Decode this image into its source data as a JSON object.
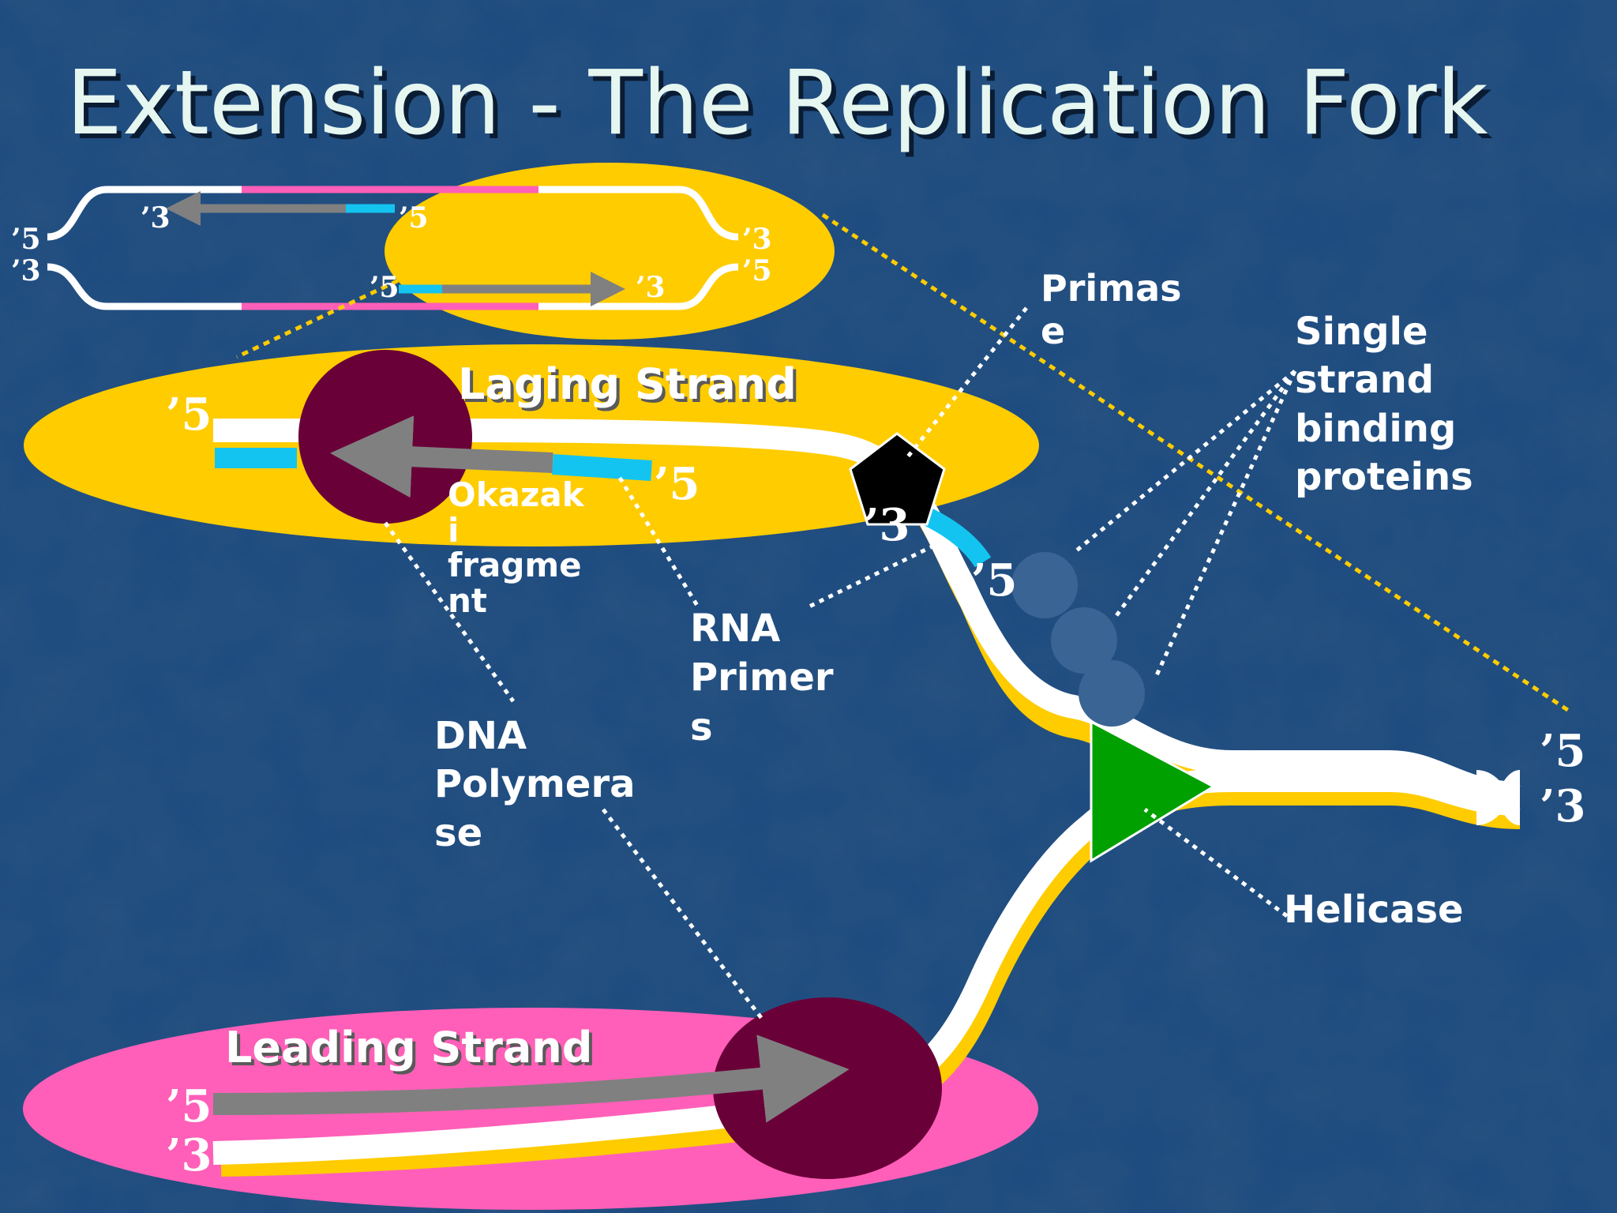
{
  "slide": {
    "title": "Extension - The Replication Fork"
  },
  "inset": {
    "top_left_end": "’3",
    "top_right_end": "’5",
    "bottom_left_end": "’5",
    "bottom_right_end": "’3",
    "far_left_top": "’5",
    "far_left_bottom": "’3",
    "far_right_top": "’3",
    "far_right_bottom": "’5"
  },
  "lagging": {
    "title": "Laging Strand",
    "end_left": "’5",
    "end_primer": "’5",
    "end_three": "’3",
    "end_five_fork": "’5"
  },
  "leading": {
    "title": "Leading Strand",
    "end_top": "’5",
    "end_bottom": "’3"
  },
  "parent": {
    "end_top": "’5",
    "end_bottom": "’3"
  },
  "labels": {
    "primase": [
      "Primas",
      "e"
    ],
    "ssb": [
      "Single",
      "strand",
      "binding",
      "proteins"
    ],
    "okazaki": [
      "Okazak",
      "i",
      "fragme",
      "nt"
    ],
    "rna_primers": [
      "RNA",
      "Primer",
      "s"
    ],
    "dna_polymerase": [
      "DNA",
      "Polymera",
      "se"
    ],
    "helicase": "Helicase"
  },
  "colors": {
    "background": "#17406e",
    "yellow": "#ffcc00",
    "pink": "#ff5fb8",
    "polymerase": "#6a0038",
    "cyan": "#14c4f0",
    "gray_arrow": "#808080",
    "helicase": "#00a000",
    "ssb": "#3a6494",
    "primase": "#000000"
  }
}
